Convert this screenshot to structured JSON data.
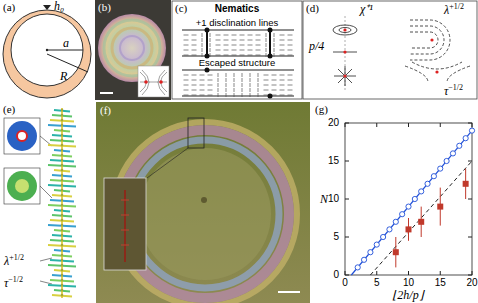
{
  "diagram": {
    "nodes": [
      {
        "text": [
          "(a)",
          "h₀",
          "a",
          "R"
        ]
      },
      {
        "text": [
          "(b)"
        ]
      },
      {
        "text": [
          "(c)",
          "Nematics",
          "+1 disclination lines",
          "Escaped structure"
        ]
      },
      {
        "text": [
          "(d)",
          "χ⁺¹",
          "λ+1/2",
          "p/4",
          "τ−1/2"
        ]
      },
      {
        "text": [
          "(e)",
          "λ+1/2",
          "τ−1/2"
        ]
      },
      {
        "text": [
          "(f)"
        ]
      },
      {
        "text": [
          "(g)",
          "N",
          "⌊2h/p⌋",
          "0",
          "5",
          "10",
          "15",
          "20",
          "0",
          "5",
          "10",
          "15",
          "20"
        ]
      }
    ]
  }
}
